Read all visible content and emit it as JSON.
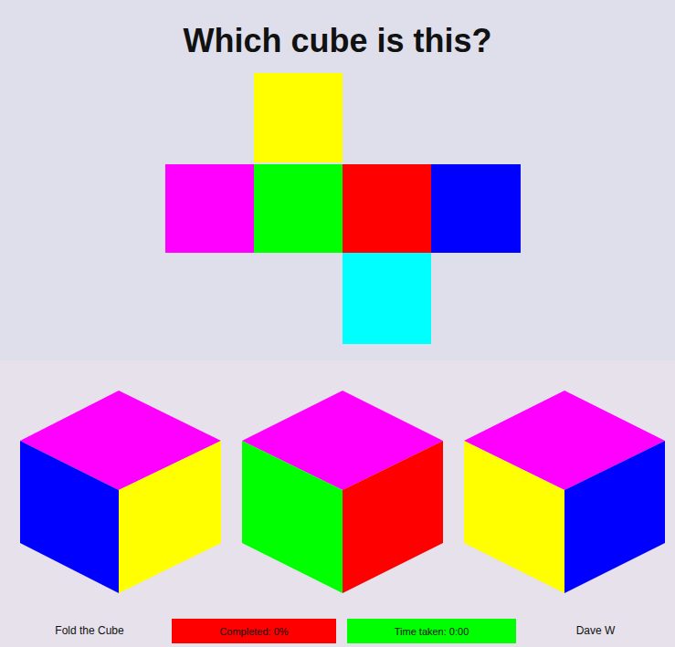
{
  "diagram": {
    "title": "Which cube is this?",
    "nodes": [
      {
        "text": [
          "Completed: 0%"
        ]
      },
      {
        "text": [
          "Time taken: 0:00"
        ]
      }
    ],
    "edges": [],
    "labels": [
      "Fold the Cube",
      "Dave W"
    ]
  }
}
